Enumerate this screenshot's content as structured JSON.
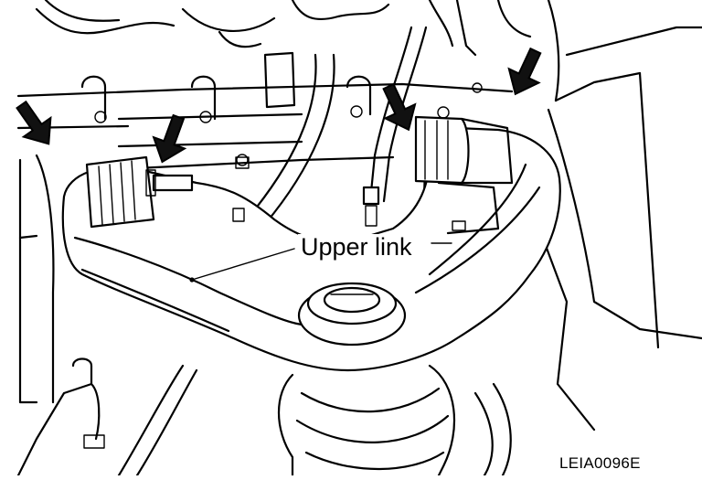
{
  "diagram": {
    "callout_label": "Upper link",
    "figure_id": "LEIA0096E",
    "arrow_count": 4,
    "ink_color": "#000000",
    "arrow_fill": "#111111",
    "background": "#ffffff"
  }
}
